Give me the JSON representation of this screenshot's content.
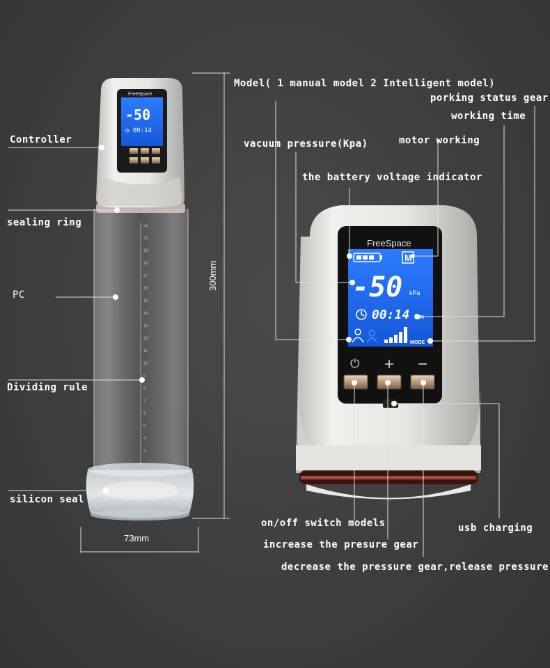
{
  "labels": {
    "controller": "Controller",
    "sealing_ring": "sealing ring",
    "pc": "PC",
    "dividing_rule": "Dividing rule",
    "silicon_seal": "silicon seal",
    "height_dim": "300mm",
    "width_dim": "73mm",
    "model": "Model( 1 manual model 2 Intelligent model)",
    "porking_status": "porking status gear",
    "working_time": "working time",
    "vacuum_pressure": "vacuum pressure(Kpa)",
    "motor_working": "motor working",
    "battery_indicator": "the battery voltage indicator",
    "on_off": "on/off switch models",
    "increase": "increase the presure gear",
    "decrease": "decrease the pressure gear,release pressure",
    "usb": "usb charging"
  },
  "device": {
    "brand": "FreeSpace",
    "pressure": "-50",
    "pressure_unit": "kPa",
    "time_h": "00",
    "time_m": "14",
    "time_unit": "MIN",
    "mode_label": "MODE",
    "mode_badge": "M",
    "btn_power": "⏻",
    "btn_plus": "+",
    "btn_minus": "−"
  },
  "colors": {
    "screen": "#1f6cf5",
    "background": "#3d3d3f",
    "body": "#e9e9e6"
  }
}
